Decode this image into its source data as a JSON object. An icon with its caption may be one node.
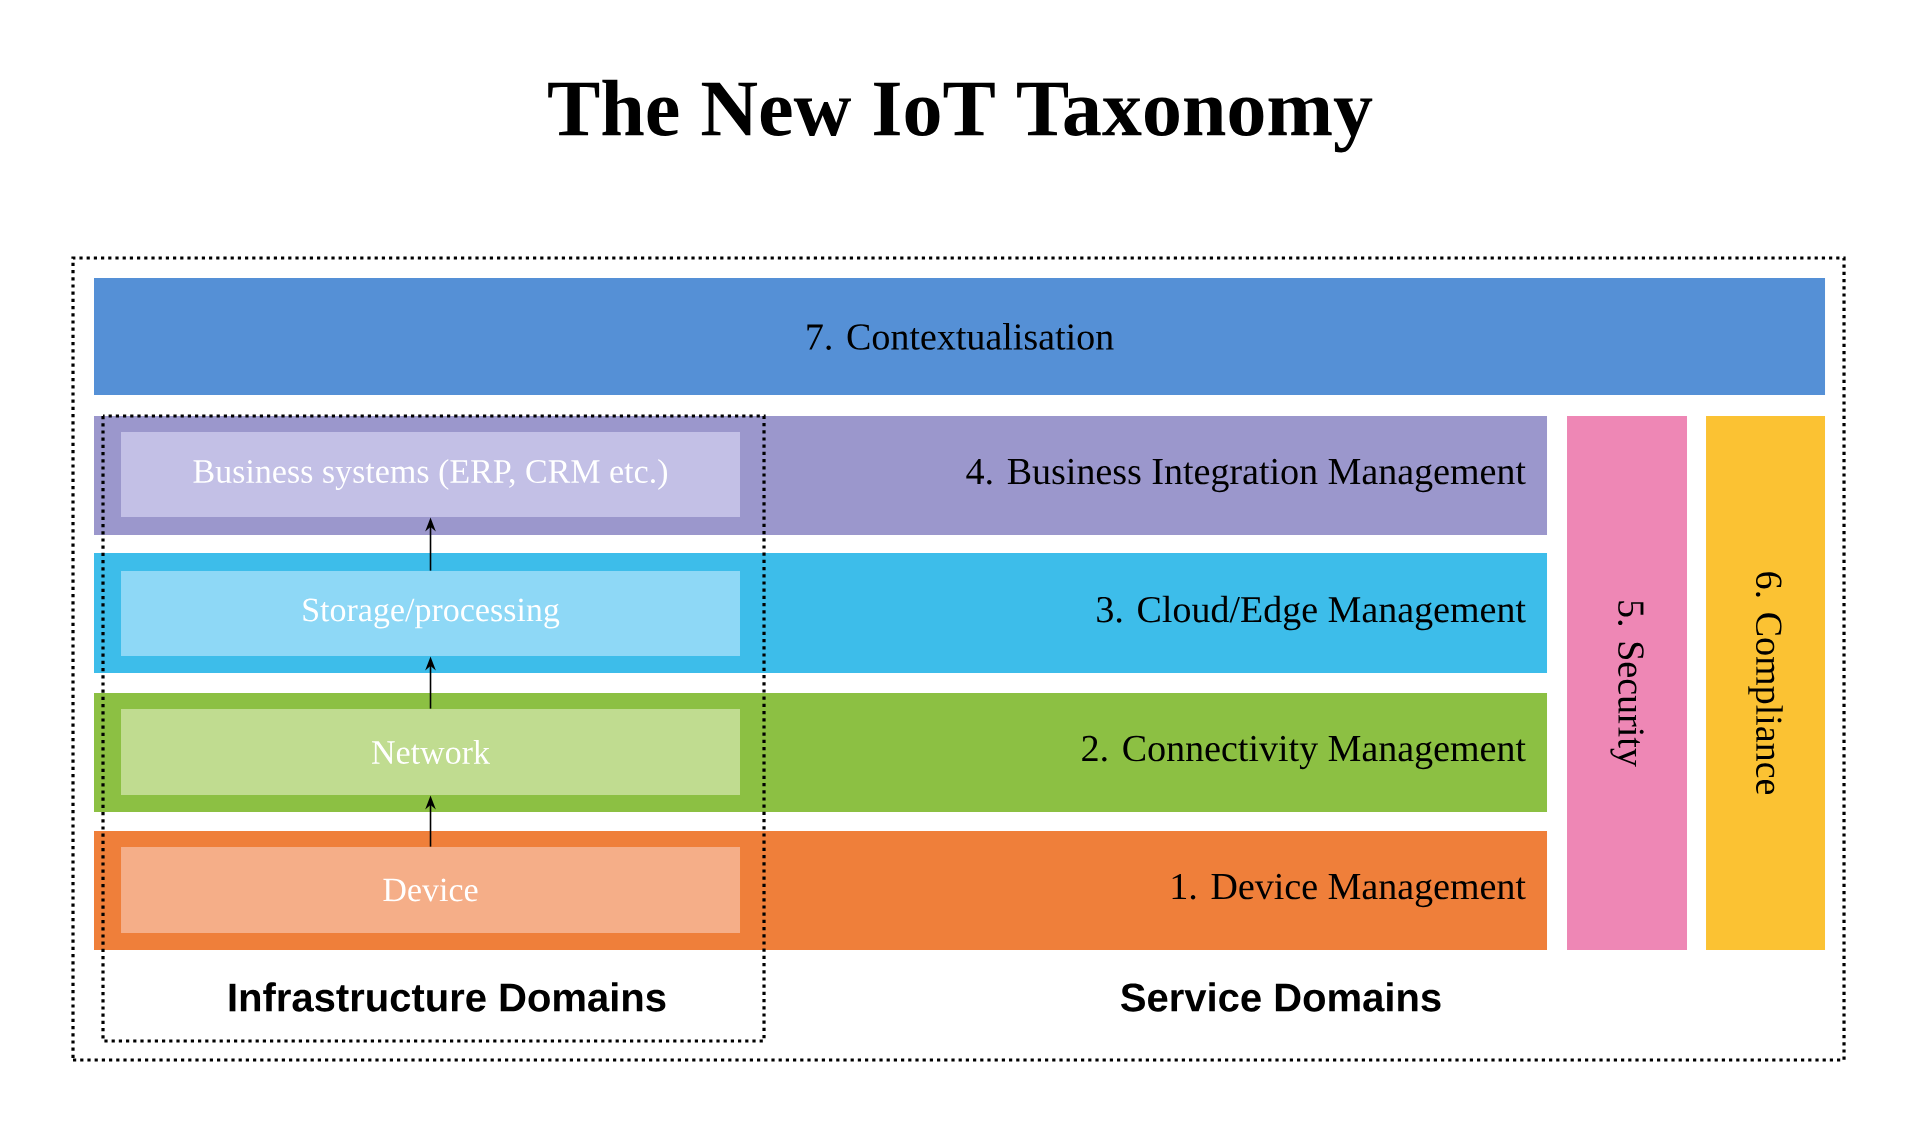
{
  "diagram": {
    "title": "The New IoT Taxonomy",
    "nodes": [
      {
        "text": [
          "Service Domains"
        ]
      },
      {
        "text": [
          "7. Contextualisation"
        ],
        "in": 0
      },
      {
        "text": [
          "4. Business Integration Management"
        ],
        "in": 0
      },
      {
        "text": [
          "3. Cloud/Edge Management"
        ],
        "in": 0
      },
      {
        "text": [
          "2. Connectivity Management"
        ],
        "in": 0
      },
      {
        "text": [
          "1. Device Management"
        ],
        "in": 0
      },
      {
        "text": [
          "5. Security"
        ],
        "in": 0
      },
      {
        "text": [
          "6. Compliance"
        ],
        "in": 0
      },
      {
        "text": [
          "Business systems (ERP, CRM etc.)"
        ],
        "in": 2
      },
      {
        "text": [
          "Storage/processing"
        ],
        "in": 3
      },
      {
        "text": [
          "Network"
        ],
        "in": 4
      },
      {
        "text": [
          "Device"
        ],
        "in": 5
      }
    ],
    "edges": [
      {
        "from": 11,
        "to": 10,
        "arrow": "to"
      },
      {
        "from": 10,
        "to": 9,
        "arrow": "to"
      },
      {
        "from": 9,
        "to": 8,
        "arrow": "to"
      }
    ],
    "labels": [
      "Infrastructure Domains"
    ]
  }
}
